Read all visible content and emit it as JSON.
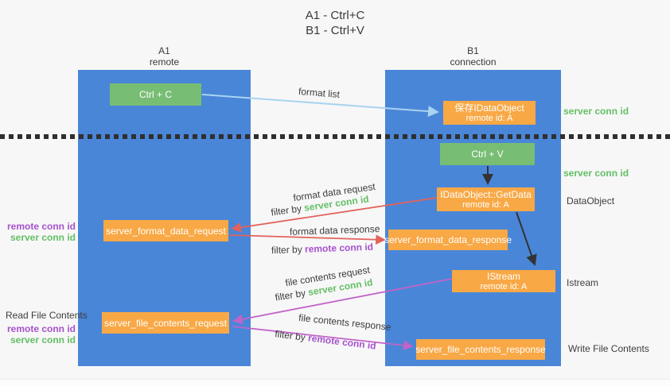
{
  "title": {
    "line1": "A1 - Ctrl+C",
    "line2": "B1 - Ctrl+V"
  },
  "columns": {
    "a1": {
      "name": "A1",
      "subtitle": "remote"
    },
    "b1": {
      "name": "B1",
      "subtitle": "connection"
    }
  },
  "boxes": {
    "ctrl_c": {
      "label": "Ctrl + C"
    },
    "save_dataobject": {
      "line1": "保存IDataObject",
      "line2": "remote id: A"
    },
    "ctrl_v": {
      "label": "Ctrl + V"
    },
    "getdata": {
      "line1": "IDataObject::GetData",
      "line2": "remote id: A"
    },
    "istream": {
      "line1": "IStream",
      "line2": "remote id: A"
    },
    "format_request": {
      "label": "server_format_data_request"
    },
    "format_response": {
      "label": "server_format_data_response"
    },
    "file_request": {
      "label": "server_file_contents_request"
    },
    "file_response": {
      "label": "server_file_contents_response"
    }
  },
  "arrows": {
    "format_list": {
      "label": "format list"
    },
    "format_data_request": {
      "label": "format data request",
      "filter_prefix": "filter by ",
      "filter_key": "server conn id"
    },
    "format_data_response": {
      "label": "format data response",
      "filter_prefix": "filter by ",
      "filter_key": "remote conn id"
    },
    "file_contents_request": {
      "label": "file contents request",
      "filter_prefix": "filter by ",
      "filter_key": "server conn id"
    },
    "file_contents_response": {
      "label": "file contents response",
      "filter_prefix": "filter by ",
      "filter_key": "remote conn id"
    }
  },
  "side_labels": {
    "right_server_conn_top": "server conn id",
    "right_server_conn_mid": "server conn id",
    "right_dataobject": "DataObject",
    "right_istream": "Istream",
    "right_write_file": "Write File Contents",
    "left_remote_conn_top": "remote conn id",
    "left_server_conn_top": "server conn id",
    "left_read_file": "Read File Contents",
    "left_remote_conn_bottom": "remote conn id",
    "left_server_conn_bottom": "server conn id"
  },
  "colors": {
    "column_blue": "#4a86d8",
    "box_green": "#77bd74",
    "box_orange": "#f8a845",
    "arrow_blue": "#a9d3f0",
    "arrow_red": "#e2625c",
    "arrow_purple": "#c263c8",
    "arrow_black": "#333333",
    "text_green": "#64bf66",
    "text_purple": "#a652cc",
    "text_dark": "#3d3d3d"
  }
}
